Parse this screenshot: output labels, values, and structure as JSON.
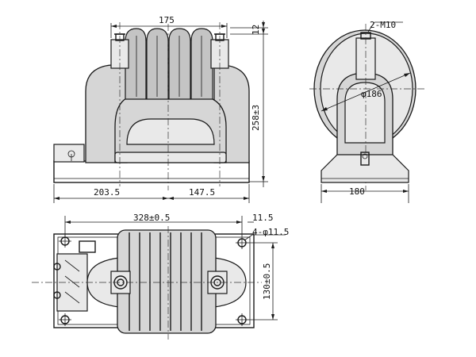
{
  "dimensions": {
    "top_width": "175",
    "terminal_height": "12",
    "overall_height": "258±3",
    "left_span": "203.5",
    "right_span": "147.5",
    "side_diameter": "φ186",
    "side_base": "180",
    "stud_spec": "2-M10",
    "plan_length": "328±0.5",
    "hole_offset": "11.5",
    "mount_holes": "4-φ11.5",
    "plan_width": "130±0.5"
  }
}
